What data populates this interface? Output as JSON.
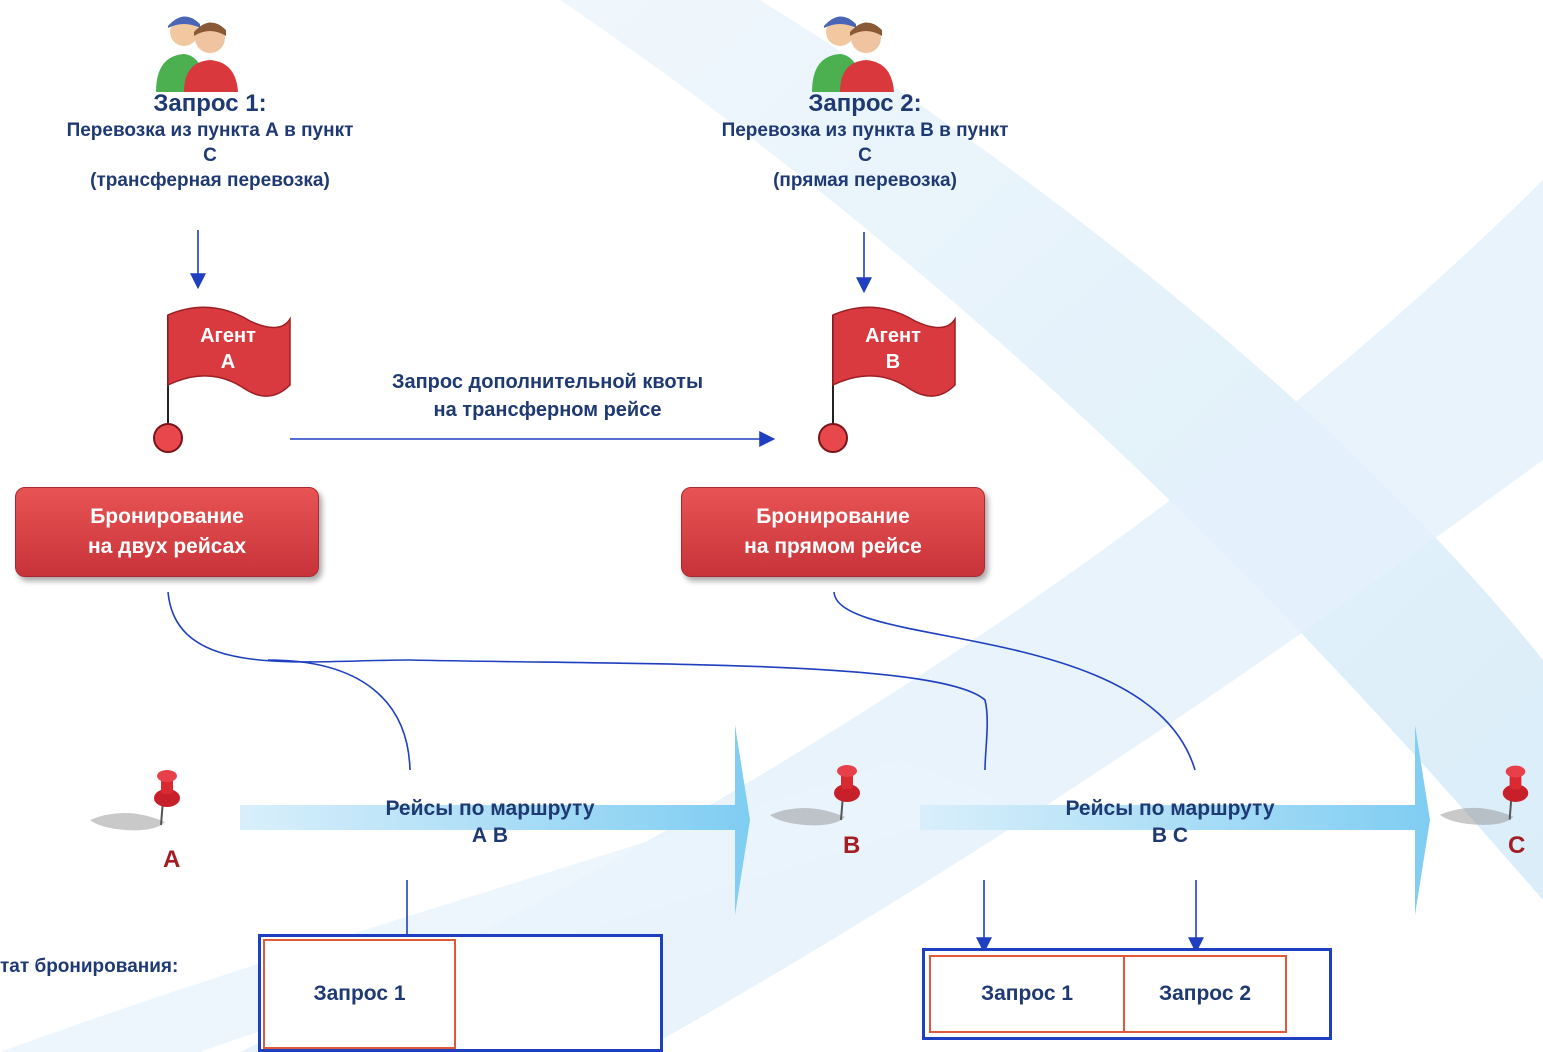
{
  "requests": [
    {
      "title": "Запрос 1:",
      "line1": "Перевозка из пункта А в пункт",
      "line2": "С",
      "line3": "(трансферная перевозка)"
    },
    {
      "title": "Запрос 2:",
      "line1": "Перевозка из пункта В в пункт",
      "line2": "С",
      "line3": "(прямая перевозка)"
    }
  ],
  "agents": [
    {
      "line1": "Агент",
      "line2": "А"
    },
    {
      "line1": "Агент",
      "line2": "В"
    }
  ],
  "quota_request": {
    "line1": "Запрос дополнительной квоты",
    "line2": "на трансферном рейсе"
  },
  "bookings": [
    {
      "line1": "Бронирование",
      "line2": "на двух рейсах"
    },
    {
      "line1": "Бронирование",
      "line2": "на прямом рейсе"
    }
  ],
  "routes": [
    {
      "line1": "Рейсы по маршруту",
      "line2": "А  В"
    },
    {
      "line1": "Рейсы по маршруту",
      "line2": "В  С"
    }
  ],
  "points": [
    "А",
    "В",
    "С"
  ],
  "result": {
    "label": "тат бронирования:",
    "box1": [
      "Запрос 1"
    ],
    "box2": [
      "Запрос 1",
      "Запрос 2"
    ]
  },
  "colors": {
    "accent": "#1f3a73",
    "flag": "#d93a3f",
    "arrow": "#1e3fbf",
    "pin": "#a31d24"
  }
}
